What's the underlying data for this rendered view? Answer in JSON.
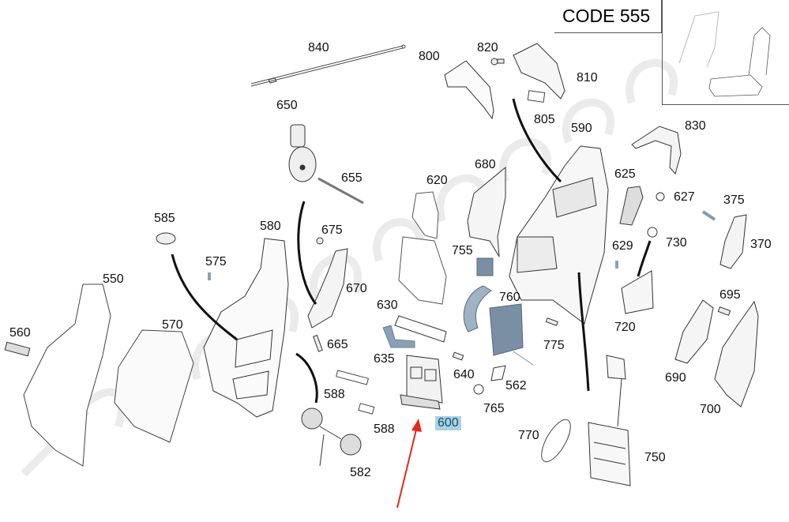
{
  "header": {
    "code_label": "CODE  555",
    "thumbnail": "seat-overview-icon"
  },
  "watermark": "magazinmercedes.ru",
  "highlighted_part": "600",
  "parts": [
    {
      "id": "840",
      "label": "840",
      "icon": "cable-icon"
    },
    {
      "id": "800",
      "label": "800",
      "icon": "side-trim-icon"
    },
    {
      "id": "820",
      "label": "820",
      "icon": "screw-icon"
    },
    {
      "id": "810",
      "label": "810",
      "icon": "side-trim-icon"
    },
    {
      "id": "805",
      "label": "805",
      "icon": "pad-icon"
    },
    {
      "id": "590",
      "label": "590",
      "icon": "backrest-frame-icon"
    },
    {
      "id": "830",
      "label": "830",
      "icon": "trim-cover-icon"
    },
    {
      "id": "650",
      "label": "650",
      "icon": "motor-icon"
    },
    {
      "id": "655",
      "label": "655",
      "icon": "shaft-icon"
    },
    {
      "id": "620",
      "label": "620",
      "icon": "panel-icon"
    },
    {
      "id": "680",
      "label": "680",
      "icon": "side-panel-icon"
    },
    {
      "id": "625",
      "label": "625",
      "icon": "grille-icon"
    },
    {
      "id": "627",
      "label": "627",
      "icon": "nut-icon"
    },
    {
      "id": "375",
      "label": "375",
      "icon": "pin-icon"
    },
    {
      "id": "370",
      "label": "370",
      "icon": "cap-icon"
    },
    {
      "id": "585",
      "label": "585",
      "icon": "clip-icon"
    },
    {
      "id": "580",
      "label": "580",
      "icon": "seat-cover-icon"
    },
    {
      "id": "675",
      "label": "675",
      "icon": "screw-icon"
    },
    {
      "id": "575",
      "label": "575",
      "icon": "clip-icon"
    },
    {
      "id": "670",
      "label": "670",
      "icon": "bracket-icon"
    },
    {
      "id": "755",
      "label": "755",
      "icon": "module-icon"
    },
    {
      "id": "629",
      "label": "629",
      "icon": "clip-icon"
    },
    {
      "id": "730",
      "label": "730",
      "icon": "nut-icon"
    },
    {
      "id": "550",
      "label": "550",
      "icon": "seat-cover-icon"
    },
    {
      "id": "560",
      "label": "560",
      "icon": "switch-icon"
    },
    {
      "id": "570",
      "label": "570",
      "icon": "cushion-icon"
    },
    {
      "id": "630",
      "label": "630",
      "icon": "bracket-icon"
    },
    {
      "id": "665",
      "label": "665",
      "icon": "bolt-icon"
    },
    {
      "id": "760",
      "label": "760",
      "icon": "airbag-icon"
    },
    {
      "id": "720",
      "label": "720",
      "icon": "bracket-icon"
    },
    {
      "id": "695",
      "label": "695",
      "icon": "screw-icon"
    },
    {
      "id": "775",
      "label": "775",
      "icon": "screw-icon"
    },
    {
      "id": "635",
      "label": "635",
      "icon": "bracket-icon"
    },
    {
      "id": "640",
      "label": "640",
      "icon": "screw-icon"
    },
    {
      "id": "562",
      "label": "562",
      "icon": "pad-icon"
    },
    {
      "id": "690",
      "label": "690",
      "icon": "side-panel-icon"
    },
    {
      "id": "588",
      "label": "588",
      "icon": "pad-icon"
    },
    {
      "id": "588b",
      "label": "588",
      "icon": "pad-icon"
    },
    {
      "id": "765",
      "label": "765",
      "icon": "cap-icon"
    },
    {
      "id": "700",
      "label": "700",
      "icon": "side-panel-icon"
    },
    {
      "id": "600",
      "label": "600",
      "icon": "lumbar-module-icon"
    },
    {
      "id": "770",
      "label": "770",
      "icon": "pad-icon"
    },
    {
      "id": "582",
      "label": "582",
      "icon": "speaker-icon"
    },
    {
      "id": "750",
      "label": "750",
      "icon": "mat-icon"
    }
  ],
  "colors": {
    "highlight": "#a7d3e3",
    "pointer_arrow": "#e8271c",
    "blue_part": "#8fa7bb"
  }
}
